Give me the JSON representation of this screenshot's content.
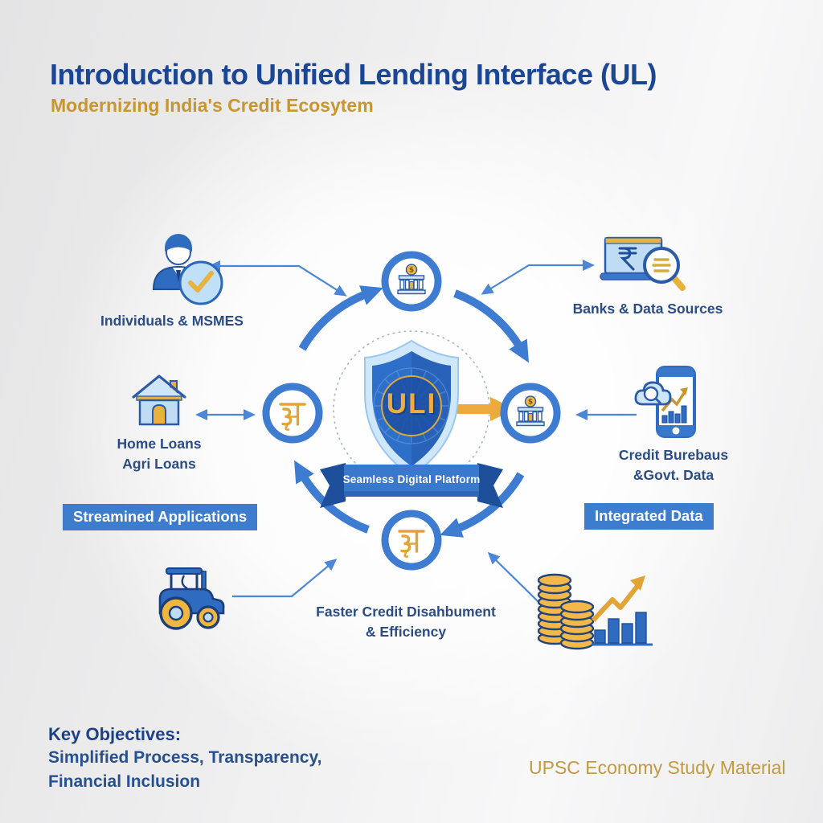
{
  "header": {
    "title": "Introduction to Unified Lending Interface (UL)",
    "subtitle": "Modernizing India's Credit Ecosytem"
  },
  "center": {
    "shield_acronym": "ULI",
    "banner_label": "Seamless Digital Platform"
  },
  "nodes": {
    "individuals": {
      "label": "Individuals & MSMES"
    },
    "banks": {
      "label": "Banks & Data Sources"
    },
    "loans": {
      "line1": "Home Loans",
      "line2": "Agri Loans"
    },
    "credit_bureaus": {
      "line1": "Credit Burebaus",
      "line2": "&Govt. Data"
    },
    "disbursement": {
      "line1": "Faster Credit Disahbument",
      "line2": "& Efficiency"
    }
  },
  "badges": {
    "streamlined": "Streamined Applications",
    "integrated": "Integrated Data"
  },
  "footer": {
    "objectives_title": "Key Objectives:",
    "objectives_line1": "Simplified Process, Transparency,",
    "objectives_line2": "Financial Inclusion",
    "credit": "UPSC Economy Study Material"
  },
  "icons": {
    "bank_coin_symbol": "$",
    "names": [
      "shield-icon",
      "bank-icon",
      "rupee-glyph-icon",
      "person-check-icon",
      "laptop-search-icon",
      "house-icon",
      "phone-cloud-icon",
      "tractor-icon",
      "coins-chart-icon",
      "ribbon-banner"
    ]
  },
  "colors": {
    "title_blue": "#1B4694",
    "subtitle_gold": "#C8962F",
    "cycle_blue": "#3D7CD1",
    "thin_arrow_blue": "#4C86D6",
    "badge_blue": "#3E7CCD",
    "label_navy": "#2B4C85",
    "shield_blue": "#2E6FC9",
    "shield_light": "#CFE7FB",
    "banner_blue": "#3A78CC",
    "banner_dark": "#1E4F9B",
    "gold": "#E2A436",
    "gold_arrow": "#ECA93C",
    "icon_fill_light": "#BFDCF4",
    "icon_outline": "#2B5CA8"
  }
}
